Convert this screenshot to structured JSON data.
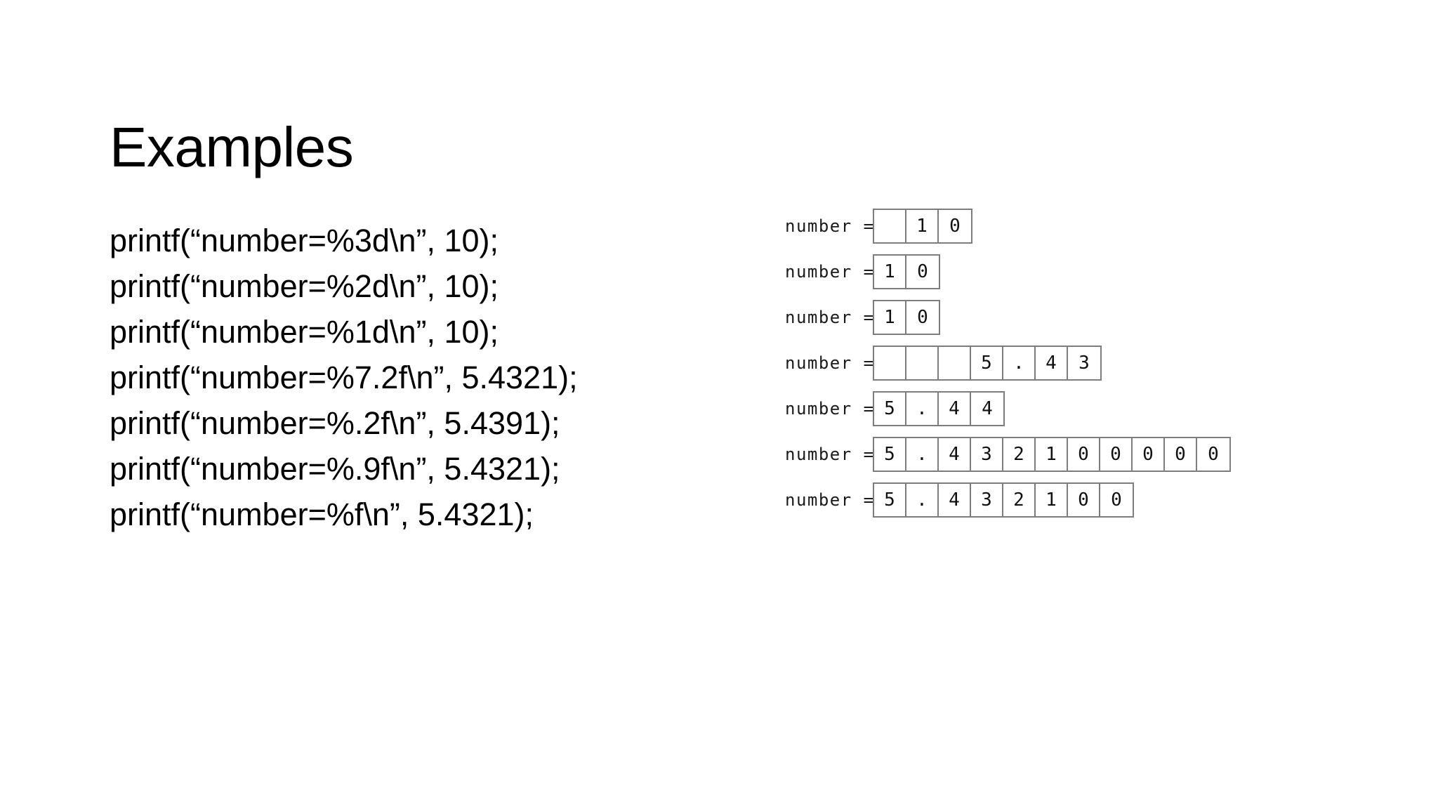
{
  "slide": {
    "title": "Examples",
    "background_color": "#ffffff",
    "text_color": "#000000",
    "box_border_color": "#7d7d7d"
  },
  "code": {
    "lines": [
      "printf(“number=%3d\\n”, 10);",
      "printf(“number=%2d\\n”, 10);",
      "printf(“number=%1d\\n”, 10);",
      "printf(“number=%7.2f\\n”, 5.4321);",
      "printf(“number=%.2f\\n”, 5.4391);",
      "printf(“number=%.9f\\n”, 5.4321);",
      "printf(“number=%f\\n”, 5.4321);"
    ]
  },
  "diagram": {
    "label": "number =",
    "rows": [
      {
        "label": "number =",
        "cells": [
          "",
          "1",
          "0"
        ]
      },
      {
        "label": "number =",
        "cells": [
          "1",
          "0"
        ]
      },
      {
        "label": "number =",
        "cells": [
          "1",
          "0"
        ]
      },
      {
        "label": "number =",
        "cells": [
          "",
          "",
          "",
          "5",
          ".",
          "4",
          "3"
        ]
      },
      {
        "label": "number =",
        "cells": [
          "5",
          ".",
          "4",
          "4"
        ]
      },
      {
        "label": "number =",
        "cells": [
          "5",
          ".",
          "4",
          "3",
          "2",
          "1",
          "0",
          "0",
          "0",
          "0",
          "0"
        ]
      },
      {
        "label": "number =",
        "cells": [
          "5",
          ".",
          "4",
          "3",
          "2",
          "1",
          "0",
          "0"
        ]
      }
    ]
  }
}
